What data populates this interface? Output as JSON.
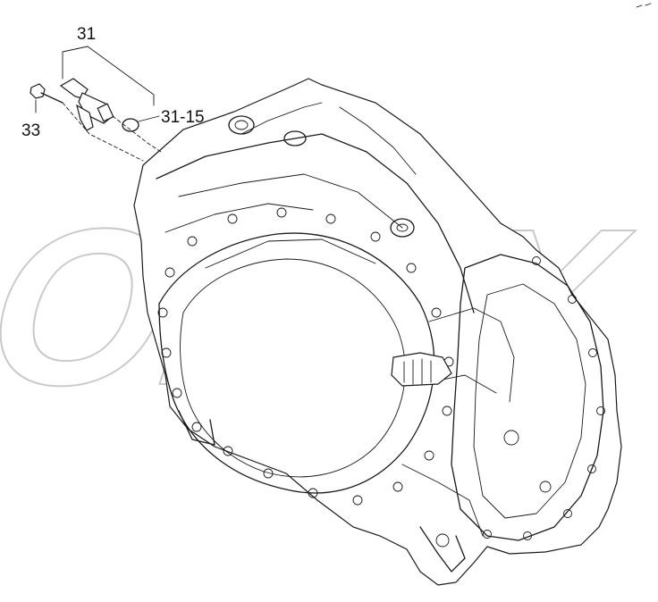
{
  "watermark": "OPEX",
  "callouts": {
    "part_31": "31",
    "part_31_15": "31-15",
    "part_33": "33"
  }
}
